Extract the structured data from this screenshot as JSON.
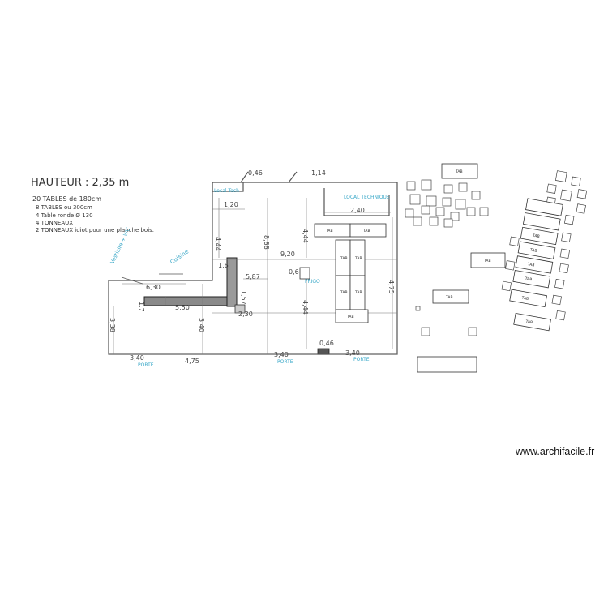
{
  "notes": {
    "title": "HAUTEUR : 2,35 m",
    "lines": [
      "20 TABLES de 180cm",
      "8 TABLES ou 300cm",
      "4 Table ronde Ø 130",
      "4 TONNEAUX",
      "2 TONNEAUX idiot pour une planche bois."
    ]
  },
  "labels": {
    "local_tech_small": "Local Tech",
    "local_technique": "LOCAL TECHNIQUE",
    "cuisine": "Cuisine",
    "vestiaire": "Vestiaire + WC",
    "frigo": "FRIGO",
    "porte_1": "PORTE",
    "porte_2": "PORTE",
    "porte_3": "PORTE"
  },
  "dimensions": {
    "d_top_left": "0,46",
    "d_top_right": "1,14",
    "d_1_20": "1,20",
    "d_2_40": "2,40",
    "d_4_44_a": "4,44",
    "d_4_44_b": "4,44",
    "d_4_44_c": "4,44",
    "d_8_88": "8,88",
    "d_9_20": "9,20",
    "d_5_87": "5,87",
    "d_4_75_v": "4,75",
    "d_0_6": "0,6",
    "d_6_30": "6,30",
    "d_1_6": "1,6",
    "d_3_38": "3,38",
    "d_3_40_a": "3,40",
    "d_4_75": "4,75",
    "d_3_40_b": "3,40",
    "d_3_40_c": "3,40",
    "d_0_46_b": "0,46",
    "d_2_30": "2,30",
    "d_5_50": "5,50",
    "d_1_57": "1,57",
    "d_1_7": "1,7"
  },
  "tables": {
    "t_top_right": "TAB",
    "t_plan_a": "TAB",
    "t_plan_b": "TAB",
    "t_plan_c": "TAB",
    "t_plan_d": "TAB",
    "t_plan_e": "TAB",
    "t_plan_f": "TAB",
    "t_plan_g": "TAB",
    "t_mid": "TAB",
    "t_lower": "TAB",
    "s1": "TAB",
    "s2": "TAB",
    "s3": "TAB",
    "s4": "TAB",
    "s5": "TAB",
    "s6": "TAB"
  },
  "watermark": "www.archifacile.fr"
}
